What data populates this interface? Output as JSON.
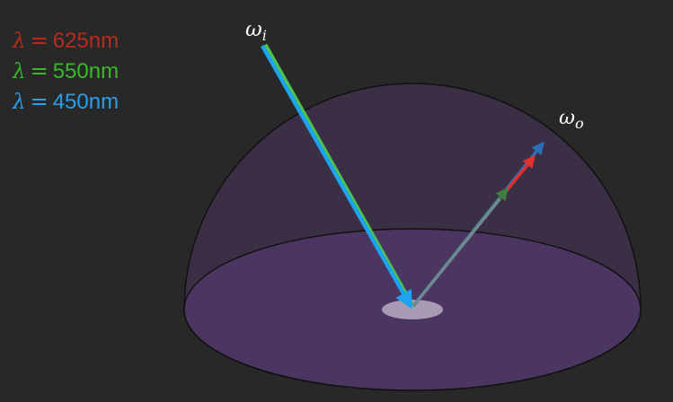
{
  "legend": [
    {
      "symbol": "λ",
      "equals": "=",
      "value": "625nm",
      "color": "#b82a1e"
    },
    {
      "symbol": "λ",
      "equals": "=",
      "value": "550nm",
      "color": "#39b82a"
    },
    {
      "symbol": "λ",
      "equals": "=",
      "value": "450nm",
      "color": "#2a9ee8"
    }
  ],
  "labels": {
    "incoming": {
      "base": "ω",
      "sub": "i"
    },
    "outgoing": {
      "base": "ω",
      "sub": "o"
    }
  },
  "colors": {
    "background": "#282828",
    "dome": "#3b2f45",
    "dome_outline": "#111111",
    "base_disc": "#4a3660",
    "spot": "#a99bb5",
    "incoming_ray": "#1ea3f0",
    "incoming_edge": "#4cc34b",
    "outgoing_ray": "#6b8a96",
    "arrow_red": "#e03030",
    "arrow_green": "#3f7c40",
    "arrow_blue": "#2c6fb5",
    "label_text": "#ffffff"
  }
}
